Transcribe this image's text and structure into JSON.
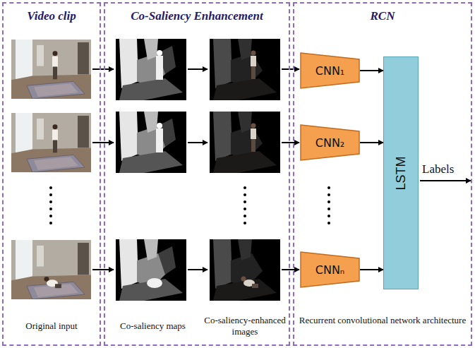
{
  "diagram": {
    "nodes": [
      {
        "text": [
          "Video clip",
          "Original input"
        ]
      },
      {
        "text": [
          "Co-Saliency Enhancement",
          "Co-saliency maps",
          "Co-saliency-enhanced images"
        ]
      },
      {
        "text": [
          "RCN",
          "Recurrent convolutional network architecture"
        ]
      },
      {
        "text": [
          "CNN₁"
        ],
        "in": 2
      },
      {
        "text": [
          "CNN₂"
        ],
        "in": 2
      },
      {
        "text": [
          "CNNₙ"
        ],
        "in": 2
      },
      {
        "text": [
          "LSTM"
        ],
        "in": 2
      }
    ],
    "edges": [
      {
        "from": 3,
        "to": 6,
        "arrow": "to"
      },
      {
        "from": 4,
        "to": 6,
        "arrow": "to"
      },
      {
        "from": 5,
        "to": 6,
        "arrow": "to"
      }
    ],
    "labels": [
      "Labels"
    ]
  }
}
